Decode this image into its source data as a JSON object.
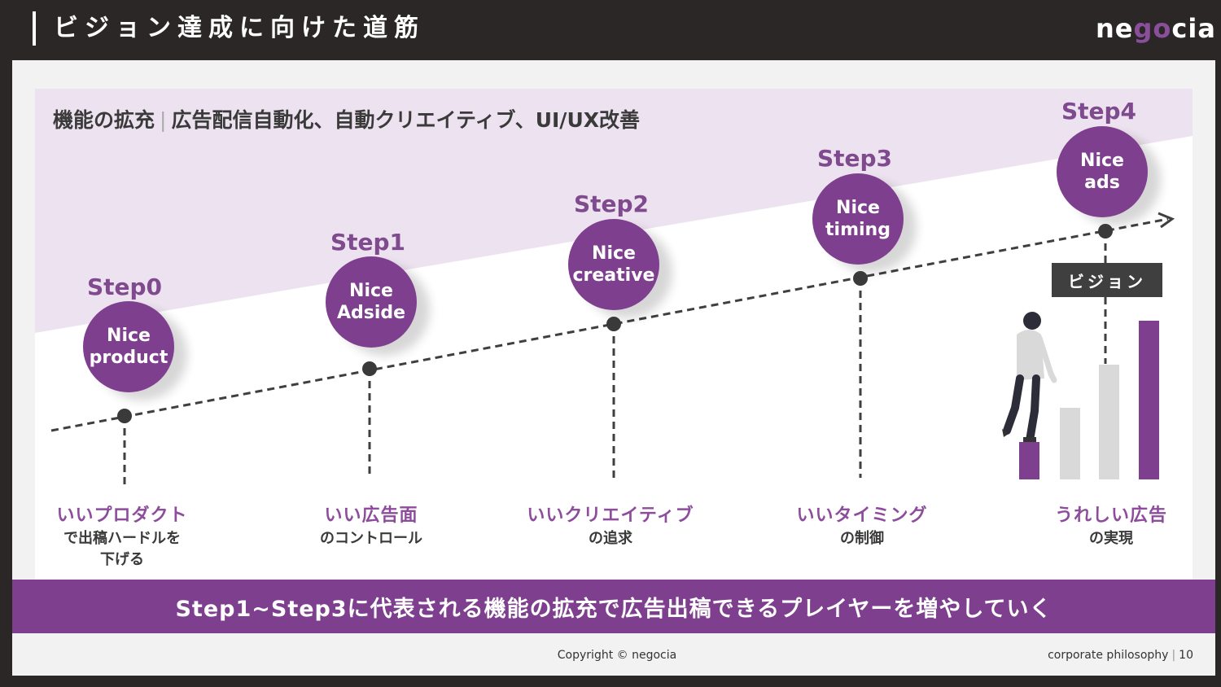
{
  "header": {
    "title": "ビジョン達成に向けた道筋",
    "logo_left": "ne",
    "logo_mid": "go",
    "logo_right": "cia"
  },
  "subheading": {
    "left": "機能の拡充",
    "separator": "|",
    "right": "広告配信自動化、自動クリエイティブ、UI/UX改善"
  },
  "steps": [
    {
      "step": "Step0",
      "circle": "Nice\nproduct",
      "title": "いいプロダクト",
      "desc": "で出稿ハードルを\n下げる"
    },
    {
      "step": "Step1",
      "circle": "Nice\nAdside",
      "title": "いい広告面",
      "desc": "のコントロール"
    },
    {
      "step": "Step2",
      "circle": "Nice\ncreative",
      "title": "いいクリエイティブ",
      "desc": "の追求"
    },
    {
      "step": "Step3",
      "circle": "Nice\ntiming",
      "title": "いいタイミング",
      "desc": "の制御"
    },
    {
      "step": "Step4",
      "circle": "Nice\nads",
      "title": "うれしい広告",
      "desc": "の実現"
    }
  ],
  "vision_label": "ビジョン",
  "bottom_banner": "Step1~Step3に代表される機能の拡充で広告出稿できるプレイヤーを増やしていく",
  "footer": {
    "copyright": "Copyright © negocia",
    "section": "corporate philosophy",
    "separator": "|",
    "page": "10"
  },
  "colors": {
    "purple": "#7f3f8f",
    "band": "#ede2ef",
    "dark": "#2b2727"
  }
}
